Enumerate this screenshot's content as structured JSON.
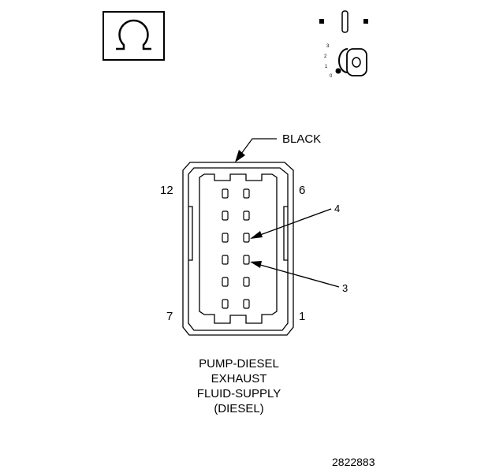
{
  "connector": {
    "color_label": "BLACK",
    "pin_labels": {
      "top_left": "12",
      "top_right": "6",
      "bottom_left": "7",
      "bottom_right": "1"
    },
    "callouts": [
      "4",
      "3"
    ],
    "caption": [
      "PUMP-DIESEL",
      "EXHAUST",
      "FLUID-SUPPLY",
      "(DIESEL)"
    ]
  },
  "ignition_switch": {
    "positions": [
      "3",
      "2",
      "1",
      "0"
    ]
  },
  "figure_id": "2822883",
  "icons": {
    "resistance": "ohm-symbol-icon",
    "ignition": "ignition-key-icon"
  }
}
